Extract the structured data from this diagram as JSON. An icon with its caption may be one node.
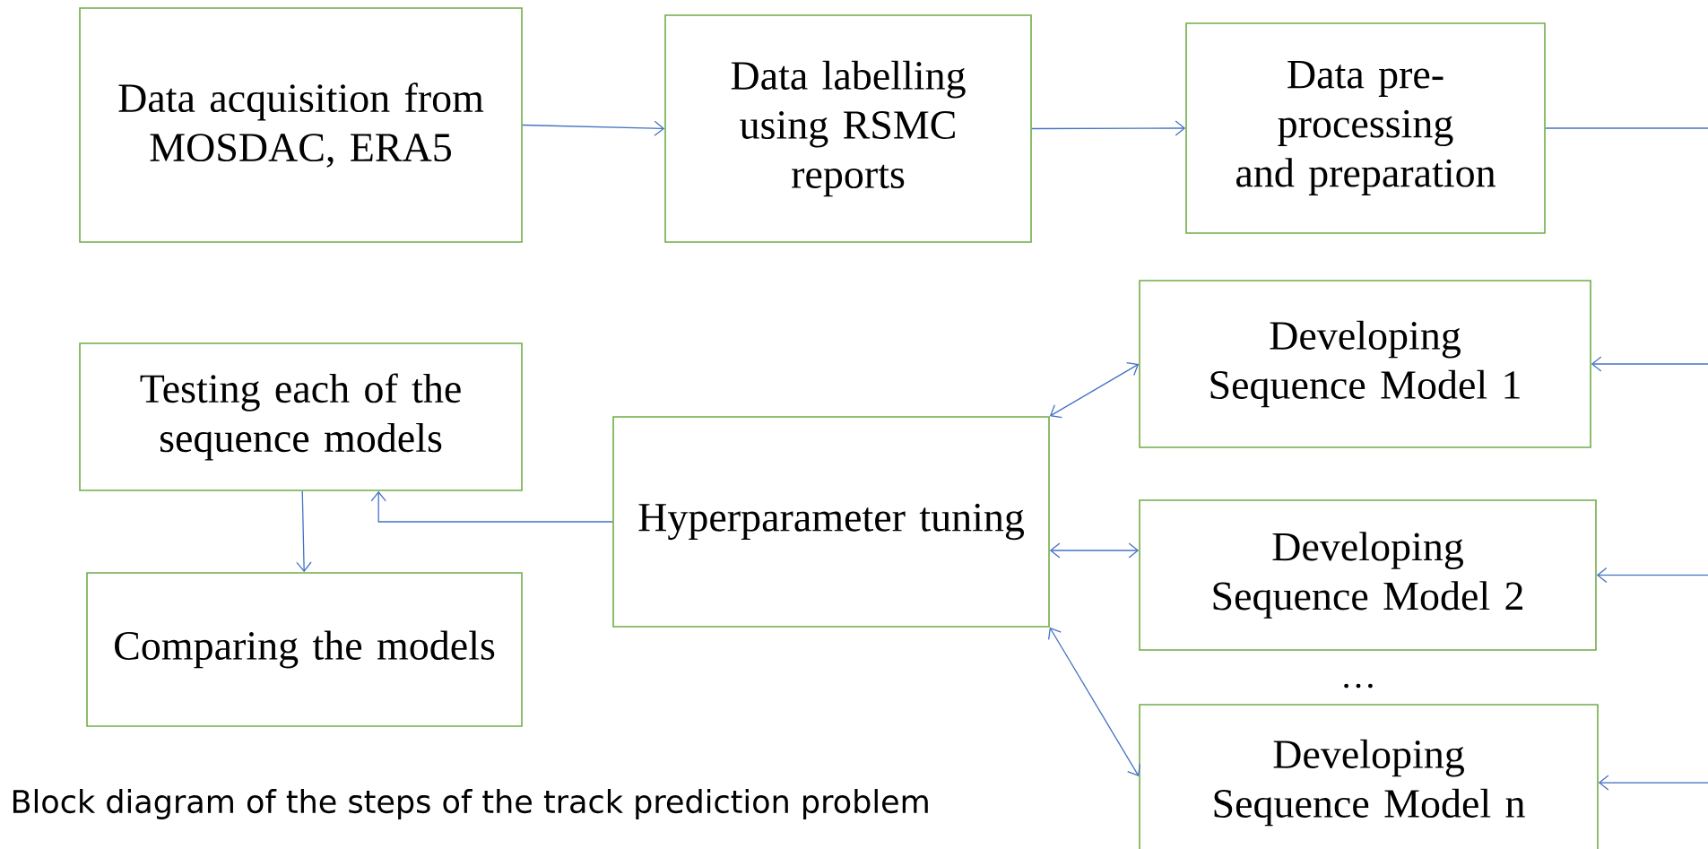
{
  "diagram": {
    "caption": "Block diagram of the steps of the track prediction problem",
    "nodes": [
      {
        "text": [
          "Data acquisition from MOSDAC, ERA5"
        ]
      },
      {
        "text": [
          "Data labelling using RSMC reports"
        ]
      },
      {
        "text": [
          "Data pre-processing and preparation"
        ]
      },
      {
        "text": [
          "Testing each of the sequence models"
        ]
      },
      {
        "text": [
          "Comparing the models"
        ]
      },
      {
        "text": [
          "Hyperparameter tuning"
        ]
      },
      {
        "text": [
          "Developing Sequence Model 1"
        ]
      },
      {
        "text": [
          "Developing Sequence Model 2"
        ]
      },
      {
        "text": [
          "Developing Sequence Model n"
        ]
      }
    ],
    "edges": [
      {
        "from": 0,
        "to": 1,
        "arrow": "to"
      },
      {
        "from": 1,
        "to": 2,
        "arrow": "to"
      },
      {
        "from": 2,
        "to": null,
        "arrow": "none"
      },
      {
        "from": null,
        "to": 6,
        "arrow": "to"
      },
      {
        "from": null,
        "to": 7,
        "arrow": "to"
      },
      {
        "from": null,
        "to": 8,
        "arrow": "to"
      },
      {
        "from": 5,
        "to": 6,
        "arrow": "both"
      },
      {
        "from": 5,
        "to": 7,
        "arrow": "both"
      },
      {
        "from": 5,
        "to": 8,
        "arrow": "both"
      },
      {
        "from": 5,
        "to": 3,
        "arrow": "to"
      },
      {
        "from": 3,
        "to": 4,
        "arrow": "to"
      }
    ],
    "labels": [
      "…"
    ]
  }
}
